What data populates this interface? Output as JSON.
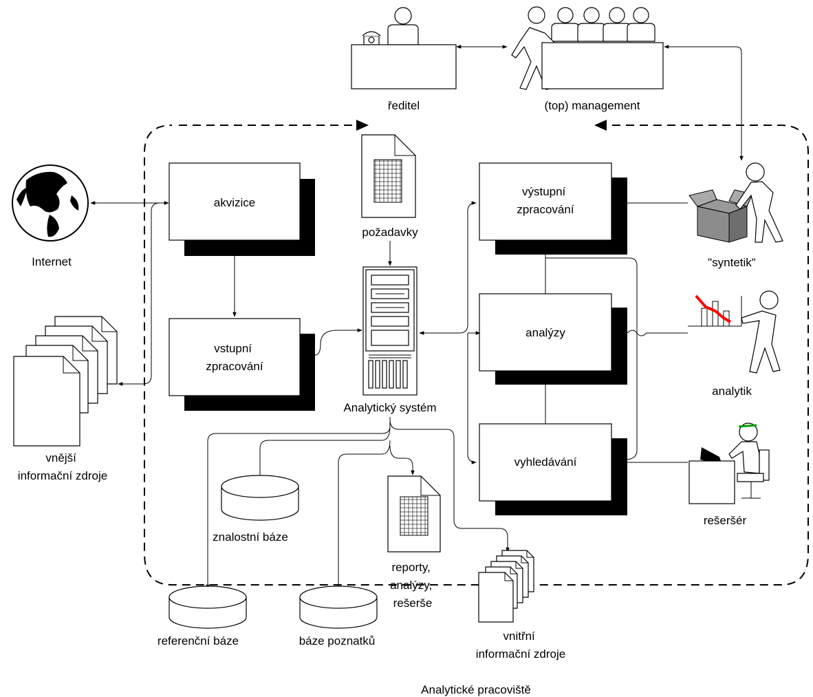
{
  "labels": {
    "director": "ředitel",
    "management": "(top) management",
    "internet": "Internet",
    "external_sources": [
      "vnější",
      "informační zdroje"
    ],
    "acquisition": "akvizice",
    "input_processing": [
      "vstupní",
      "zpracování"
    ],
    "requirements": "požadavky",
    "analytic_system": "Analytický systém",
    "output_processing": [
      "výstupní",
      "zpracování"
    ],
    "analyses": "analýzy",
    "search": "vyhledávání",
    "synthesist": "\"syntetik\"",
    "analyst": "analytik",
    "researcher": "rešeršér",
    "knowledge_base": "znalostní báze",
    "reference_base": "referenční báze",
    "findings_base": "báze poznatků",
    "reports": [
      "reporty,",
      "analýzy,",
      "rešerše"
    ],
    "internal_sources": [
      "vnitřní",
      "informační zdroje"
    ],
    "workplace": "Analytické pracoviště"
  },
  "colors": {
    "line": "#000000",
    "trend": "#ff0000",
    "background": "#ffffff"
  },
  "icons": [
    "globe-icon",
    "document-stack-icon",
    "server-icon",
    "database-icon",
    "person-icon",
    "telephone-icon",
    "box-icon",
    "chart-icon",
    "computer-icon"
  ]
}
